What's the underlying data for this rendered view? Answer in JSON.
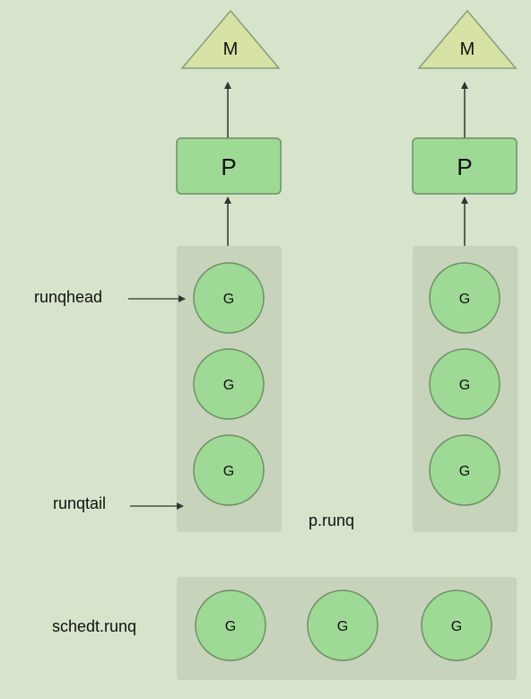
{
  "labels": {
    "m": "M",
    "p": "P",
    "g": "G",
    "runqhead": "runqhead",
    "runqtail": "runqtail",
    "p_runq": "p.runq",
    "schedt_runq": "schedt.runq"
  },
  "colors": {
    "background": "#d6e4cb",
    "panel": "#c7d3bb",
    "m_fill": "#d6e3a4",
    "m_stroke": "#8c9a7c",
    "p_fill": "#9ed995",
    "p_stroke": "#6c8f67",
    "g_fill": "#9ed995",
    "g_stroke": "#6c8f67",
    "arrow": "#333333"
  }
}
